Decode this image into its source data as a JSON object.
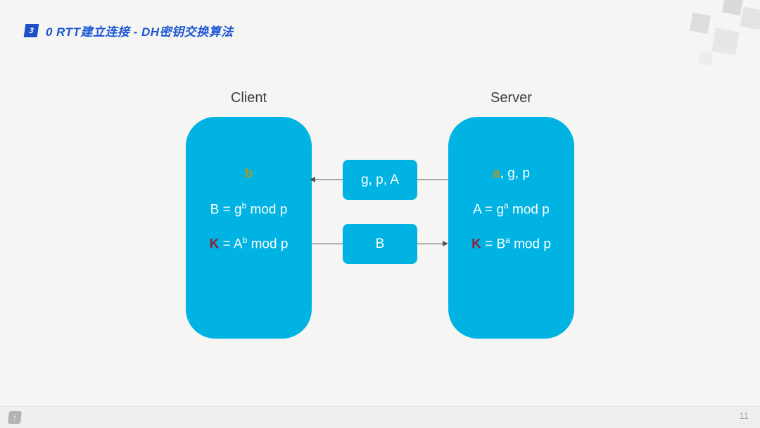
{
  "header": {
    "badge": "3",
    "title": "0 RTT建立连接 - DH密钥交换算法"
  },
  "colors": {
    "box_cyan": "#00b3e2",
    "title_blue": "#1c57d4",
    "badge_blue": "#1e4fc5",
    "secret_yellow": "#ae9528",
    "key_red": "#8e2034",
    "line_gray": "#555555"
  },
  "diagram": {
    "client": {
      "label": "Client",
      "secret": "b",
      "formula_public": {
        "pre": "B = g",
        "sup": "b",
        "post": " mod p"
      },
      "formula_key": {
        "k": "K",
        "pre": " = A",
        "sup": "b",
        "post": " mod p"
      }
    },
    "server": {
      "label": "Server",
      "secret": "a",
      "secret_rest": ", g, p",
      "formula_public": {
        "pre": "A = g",
        "sup": "a",
        "post": " mod p"
      },
      "formula_key": {
        "k": "K",
        "pre": " = B",
        "sup": "a",
        "post": " mod p"
      }
    },
    "messages": [
      {
        "label": "g, p, A",
        "direction": "server-to-client"
      },
      {
        "label": "B",
        "direction": "client-to-server"
      }
    ]
  },
  "footer": {
    "logo_glyph": "↑",
    "page": "11"
  }
}
